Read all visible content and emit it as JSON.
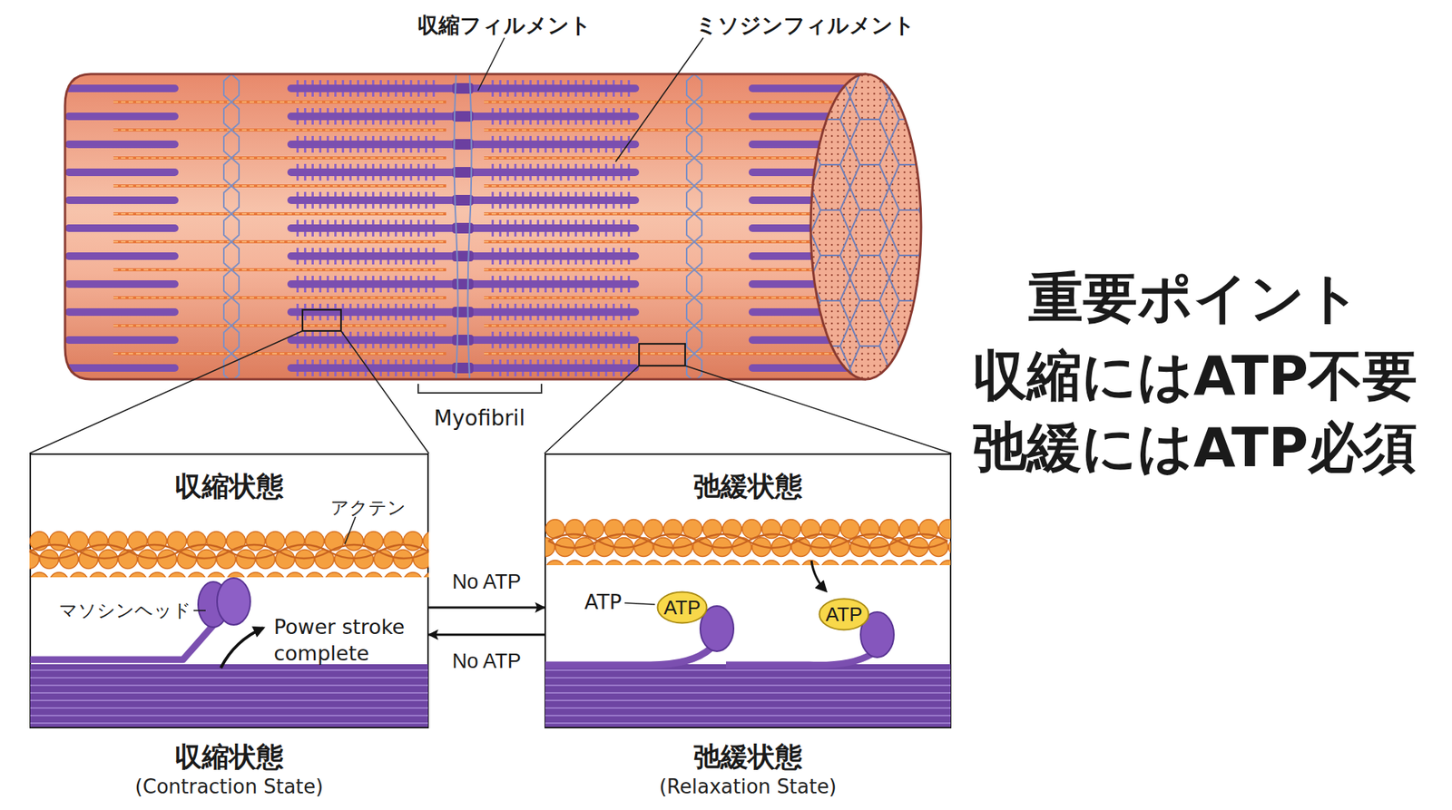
{
  "diagram": {
    "nodes": [
      {
        "text": [
          "収縮状態",
          "収縮状態",
          "(Contraction State)"
        ]
      },
      {
        "text": [
          "弛緩状態",
          "弛緩状態",
          "(Relaxation State)"
        ]
      },
      {
        "text": [
          "ATP"
        ],
        "in": 1
      },
      {
        "text": [
          "ATP"
        ],
        "in": 1
      }
    ],
    "edges": [
      {
        "from": 0,
        "to": 1,
        "label": "No ATP",
        "arrow": "to"
      },
      {
        "from": 1,
        "to": 0,
        "label": "No ATP",
        "arrow": "to"
      }
    ],
    "labels": [
      "収縮フィルメント",
      "ミソジンフィルメント",
      "Myofibril",
      "アクテン",
      "マソシンヘッド",
      "Power stroke complete",
      "ATP",
      "重要ポイント",
      "収縮にはATP不要",
      "弛緩にはATP必須"
    ]
  }
}
